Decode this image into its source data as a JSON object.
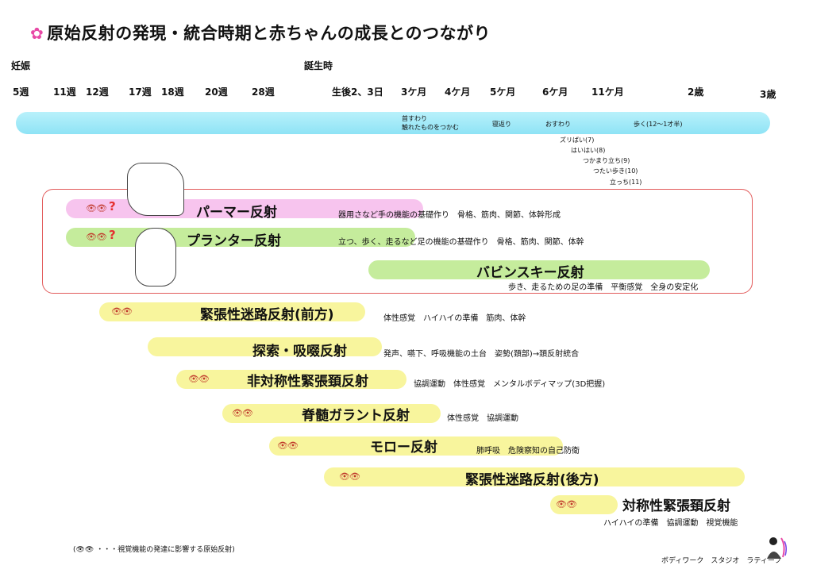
{
  "title": "原始反射の発現・統合時期と赤ちゃんの成長とのつながり",
  "labels": {
    "pregnancy": "妊娠",
    "birth": "誕生時"
  },
  "weeks": [
    "5週",
    "11週",
    "12週",
    "17週",
    "18週",
    "20週",
    "28週",
    "生後2、3日",
    "3ケ月",
    "4ケ月",
    "5ケ月",
    "6ケ月",
    "11ケ月",
    "2歳",
    "3歳"
  ],
  "milestones": {
    "m1a": "首すわり",
    "m1b": "触れたものをつかむ",
    "m2": "寝返り",
    "m3": "おすわり",
    "m4": "歩く(12～1才半)",
    "m5": "ズリばい(7)",
    "m6": "はいはい(8)",
    "m7": "つかまり立ち(9)",
    "m8": "つたい歩き(10)",
    "m9": "立っち(11)"
  },
  "eyes_symbol": "👁👁",
  "question_mark": "?",
  "reflexes": [
    {
      "name": "パーマー反射",
      "desc": "器用さなど手の機能の基礎作り　骨格、筋肉、関節、体幹形成"
    },
    {
      "name": "プランター反射",
      "desc": "立つ、歩く、走るなど足の機能の基礎作り　骨格、筋肉、関節、体幹"
    },
    {
      "name": "バビンスキー反射",
      "desc": "歩き、走るための足の準備　平衡感覚　全身の安定化"
    },
    {
      "name": "緊張性迷路反射(前方)",
      "desc": "体性感覚　ハイハイの準備　筋肉、体幹"
    },
    {
      "name": "探索・吸啜反射",
      "desc": "発声、嚥下、呼吸機能の土台　姿勢(頚部)→頚反射統合"
    },
    {
      "name": "非対称性緊張頚反射",
      "desc": "協調運動　体性感覚　メンタルボディマップ(3D把握)"
    },
    {
      "name": "脊髄ガラント反射",
      "desc": "体性感覚　協調運動"
    },
    {
      "name": "モロー反射",
      "desc": "肺呼吸　危険察知の自己防衛"
    },
    {
      "name": "緊張性迷路反射(後方)",
      "desc": ""
    },
    {
      "name": "対称性緊張頚反射",
      "desc": "ハイハイの準備　協調運動　視覚機能"
    }
  ],
  "legend": "(👁👁 ・・・視覚機能の発達に影響する原始反射)",
  "credit": "ボディワーク　スタジオ　ラティーフ",
  "colors": {
    "timeline": "#9fe7f7",
    "pink": "#f7c4ee",
    "green": "#c5ec9c",
    "yellow": "#f8f59d",
    "frame": "#e25b5b"
  }
}
